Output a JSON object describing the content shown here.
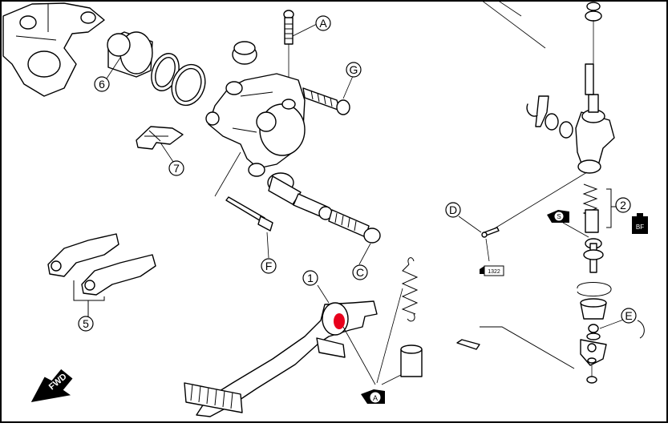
{
  "callouts": {
    "n1": "1",
    "n2": "2",
    "n5": "5",
    "n6": "6",
    "n7": "7",
    "A": "A",
    "C": "C",
    "D": "D",
    "E": "E",
    "F": "F",
    "G": "G"
  },
  "symbols": {
    "fwd": "FWD",
    "grease_a": "A",
    "grease_s": "S",
    "bf": "BF",
    "thread_lock": "1322"
  },
  "colors": {
    "highlight": "#e8001c",
    "line": "#000000",
    "background": "#ffffff"
  }
}
